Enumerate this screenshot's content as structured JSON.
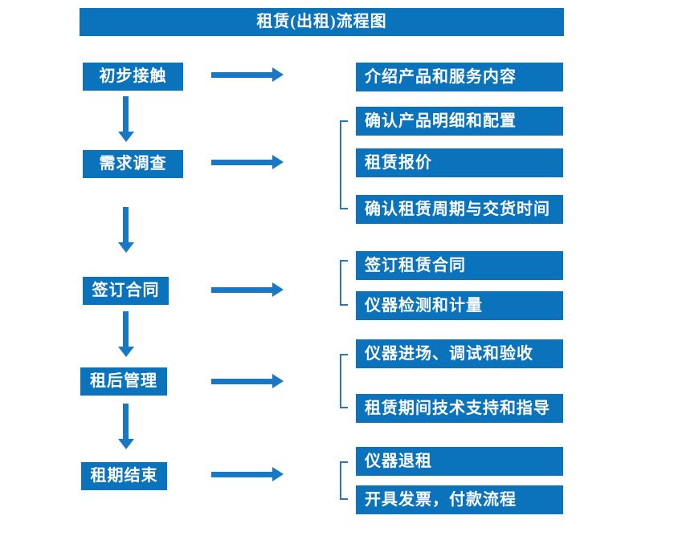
{
  "title": "租赁(出租)流程图",
  "colors": {
    "primary": "#0B72BC",
    "arrow": "#1878C5",
    "bracket": "#2E75B6",
    "box_text": "#FFFFFF",
    "background": "#FFFFFF"
  },
  "rows": [
    {
      "step": "初步接触",
      "details": [
        "介绍产品和服务内容"
      ]
    },
    {
      "step": "需求调查",
      "details": [
        "确认产品明细和配置",
        "租赁报价",
        "确认租赁周期与交货时间"
      ]
    },
    {
      "step": "签订合同",
      "details": [
        "签订租赁合同",
        "仪器检测和计量"
      ]
    },
    {
      "step": "租后管理",
      "details": [
        "仪器进场、调试和验收",
        "租赁期间技术支持和指导"
      ]
    },
    {
      "step": "租期结束",
      "details": [
        "仪器退租",
        "开具发票，付款流程"
      ]
    }
  ]
}
